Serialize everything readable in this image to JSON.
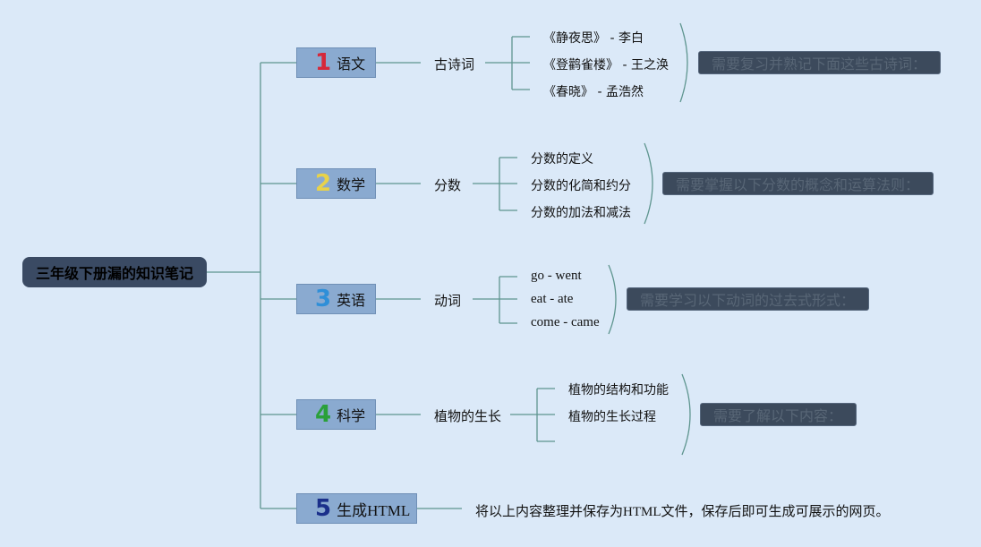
{
  "root": "三年级下册漏的知识笔记",
  "colors": {
    "background": "#dbe9f8",
    "root": "#3a4a63",
    "subject": "#8aaad0",
    "line": "#5e958f",
    "note": "#3c4a5c"
  },
  "branches": [
    {
      "num": "1",
      "num_color": "#d6283a",
      "subject": "语文",
      "topic": "古诗词",
      "leaves": [
        "《静夜思》 - 李白",
        "《登鹳雀楼》 - 王之涣",
        "《春晓》 - 孟浩然"
      ],
      "note": "需要复习并熟记下面这些古诗词："
    },
    {
      "num": "2",
      "num_color": "#e8d24a",
      "subject": "数学",
      "topic": "分数",
      "leaves": [
        "分数的定义",
        "分数的化简和约分",
        "分数的加法和减法"
      ],
      "note": "需要掌握以下分数的概念和运算法则："
    },
    {
      "num": "3",
      "num_color": "#2f8fd8",
      "subject": "英语",
      "topic": "动词",
      "leaves": [
        "go - went",
        "eat - ate",
        "come - came"
      ],
      "note": "需要学习以下动词的过去式形式："
    },
    {
      "num": "4",
      "num_color": "#2aa03a",
      "subject": "科学",
      "topic": "植物的生长",
      "leaves": [
        "植物的结构和功能",
        "植物的生长过程"
      ],
      "note": "需要了解以下内容："
    },
    {
      "num": "5",
      "num_color": "#1a2f8a",
      "subject": "生成HTML",
      "content": "将以上内容整理并保存为HTML文件，保存后即可生成可展示的网页。"
    }
  ]
}
